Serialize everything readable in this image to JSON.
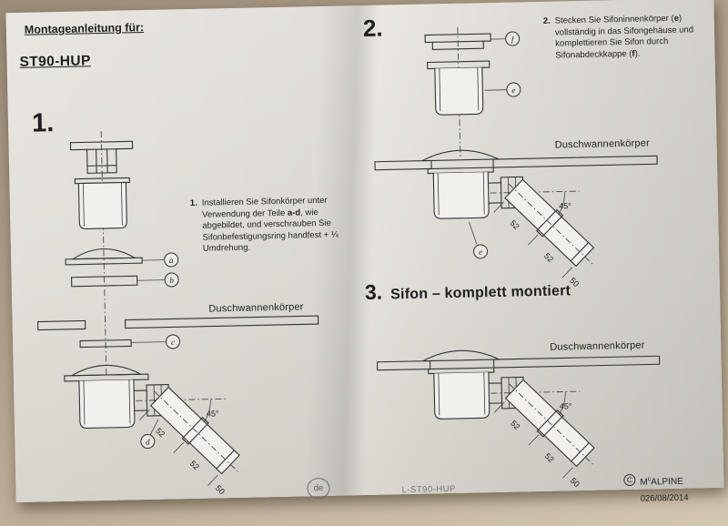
{
  "doc": {
    "header": "Montageanleitung für:",
    "model": "ST90-HUP"
  },
  "labels": {
    "tray": "Duschwannenkörper"
  },
  "dims": {
    "angle": "45°",
    "seg1": "52",
    "seg2": "52",
    "dia": "50"
  },
  "parts": {
    "a": "a",
    "b": "b",
    "c": "c",
    "d": "d",
    "e": "e",
    "f": "f"
  },
  "steps": {
    "s1": {
      "num": "1.",
      "marker": "1.",
      "seg1": "Installieren Sie Sifonkörper unter Verwendung der Teile ",
      "seg2": "a-d",
      "seg3": ", wie abgebildet, und verschrauben Sie Sifonbefestigungsring handfest + ¼ Umdrehung."
    },
    "s2": {
      "num": "2.",
      "marker": "2.",
      "seg1": "Stecken Sie Sifoninnenkörper (",
      "seg2": "e",
      "seg3": ") vollständig in das Sifongehäuse und komplettieren Sie Sifon durch Sifonabdeckkappe (",
      "seg4": "f",
      "seg5": ")."
    },
    "s3": {
      "num": "3.",
      "title": "Sifon – komplett montiert"
    }
  },
  "footer": {
    "code": "L-ST90-HUP",
    "copyright": "C",
    "brand_m": "M",
    "brand_sup": "c",
    "brand_rest": "ALPINE",
    "date": "026/08/2014",
    "stamp": "de"
  }
}
